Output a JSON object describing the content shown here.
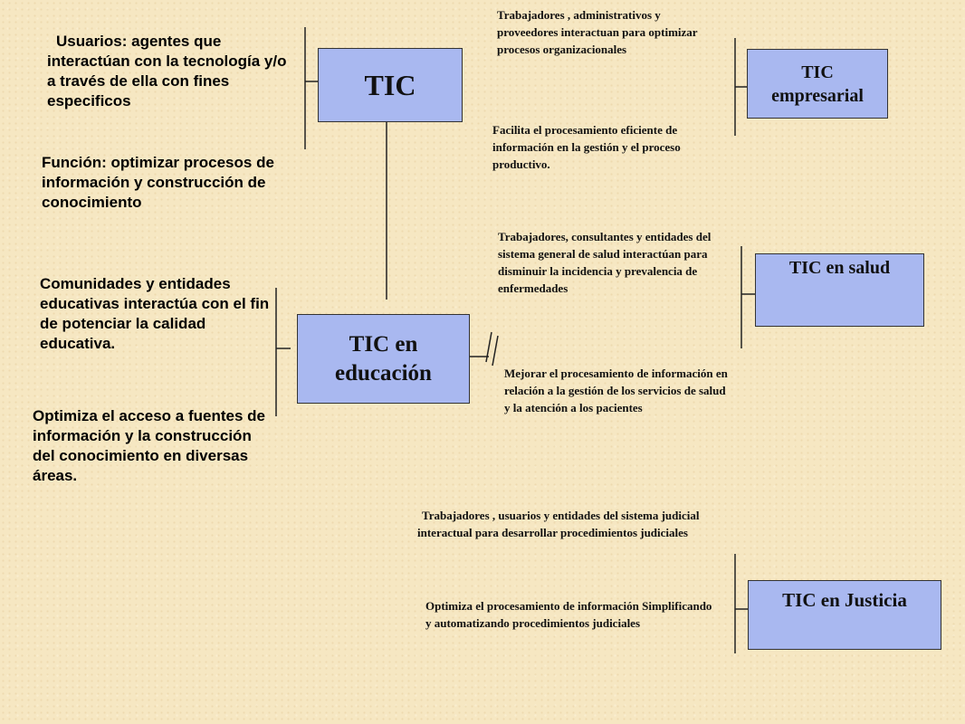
{
  "boxes": {
    "tic": "TIC",
    "tic_empresarial": "TIC empresarial",
    "tic_salud": "TIC en salud",
    "tic_educacion": "TIC en educación",
    "tic_justicia": "TIC en Justicia"
  },
  "tic_notes": {
    "usuarios": "Usuarios: agentes que interactúan con la tecnología y/o a través de ella con fines especificos",
    "funcion": "Función: optimizar procesos de información y construcción de conocimiento"
  },
  "educacion_notes": {
    "comunidades": "Comunidades y entidades educativas interactúa con el fin de potenciar la calidad educativa.",
    "optimiza": "Optimiza el acceso a fuentes de información y la construcción del conocimiento en diversas áreas."
  },
  "empresarial_notes": {
    "trabajadores": "Trabajadores , administrativos y proveedores interactuan para optimizar procesos organizacionales",
    "facilita": "Facilita el procesamiento eficiente de información en la gestión y el proceso productivo."
  },
  "salud_notes": {
    "trabajadores": "Trabajadores, consultantes y entidades del sistema general de salud interactúan para disminuir la incidencia y prevalencia de enfermedades",
    "mejorar": "Mejorar el procesamiento de información en relación a la gestión de los servicios de salud y la atención a los pacientes"
  },
  "justicia_notes": {
    "trabajadores": "Trabajadores , usuarios y entidades del sistema judicial interactual para desarrollar procedimientos judiciales",
    "optimiza": "Optimiza el procesamiento de información Simplificando y automatizando procedimientos judiciales"
  }
}
